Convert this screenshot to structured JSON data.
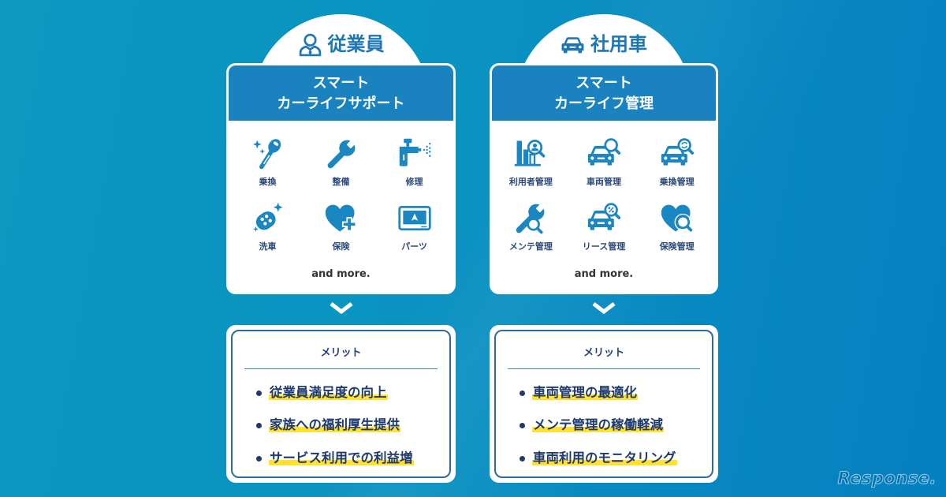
{
  "colors": {
    "background_start": "#0b98c1",
    "background_end": "#0580c0",
    "accent": "#1a86c2",
    "header": "#1a82bf",
    "text_navy": "#1f3a6d",
    "highlight": "#ffe12e",
    "merit_border": "#2b6c9d"
  },
  "columns": [
    {
      "category": {
        "icon": "person-icon",
        "label": "従業員"
      },
      "service": {
        "title_line1": "スマート",
        "title_line2": "カーライフサポート"
      },
      "features": [
        {
          "icon": "key-sparkle-icon",
          "label": "乗換"
        },
        {
          "icon": "wrench-icon",
          "label": "整備"
        },
        {
          "icon": "spray-gun-icon",
          "label": "修理"
        },
        {
          "icon": "sponge-icon",
          "label": "洗車"
        },
        {
          "icon": "heart-plus-icon",
          "label": "保険"
        },
        {
          "icon": "monitor-icon",
          "label": "パーツ"
        }
      ],
      "more": "and more.",
      "arrow": "chevron-down-icon",
      "merits": {
        "title": "メリット",
        "items": [
          "従業員満足度の向上",
          "家族への福利厚生提供",
          "サービス利用での利益増"
        ]
      }
    },
    {
      "category": {
        "icon": "car-icon",
        "label": "社用車"
      },
      "service": {
        "title_line1": "スマート",
        "title_line2": "カーライフ管理"
      },
      "features": [
        {
          "icon": "user-stats-search-icon",
          "label": "利用者管理"
        },
        {
          "icon": "car-search-icon",
          "label": "車両管理"
        },
        {
          "icon": "car-refresh-icon",
          "label": "乗換管理"
        },
        {
          "icon": "wrench-search-icon",
          "label": "メンテ管理"
        },
        {
          "icon": "car-percent-icon",
          "label": "リース管理"
        },
        {
          "icon": "heart-search-icon",
          "label": "保険管理"
        }
      ],
      "more": "and more.",
      "arrow": "chevron-down-icon",
      "merits": {
        "title": "メリット",
        "items": [
          "車両管理の最適化",
          "メンテ管理の稼働軽減",
          "車両利用のモニタリング"
        ]
      }
    }
  ],
  "logo": {
    "text": "Response."
  }
}
